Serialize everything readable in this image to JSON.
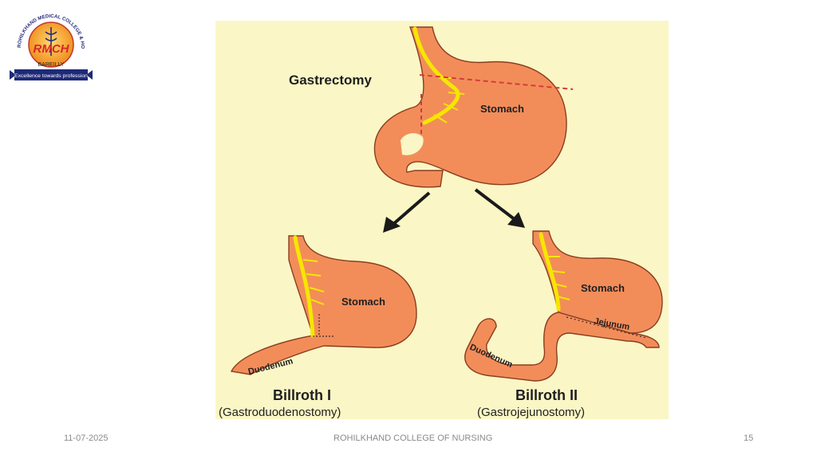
{
  "logo": {
    "arc_text": "ROHILKHAND MEDICAL COLLEGE & HOSPITAL",
    "monogram": "RMCH",
    "city": "BAREILLY",
    "tagline": "Excellence towards profession"
  },
  "diagram": {
    "title": "Gastrectomy",
    "stomach_top": "Stomach",
    "left_caption": "Billroth I",
    "left_sub": "(Gastroduodenostomy)",
    "left_stomach": "Stomach",
    "left_duodenum": "Duodenum",
    "right_caption": "Billroth II",
    "right_sub": "(Gastrojejunostomy)",
    "right_stomach": "Stomach",
    "right_jejunum": "Jejunum",
    "right_duodenum": "Duodenum"
  },
  "colors": {
    "background": "#fbf6c5",
    "organ": "#f28d5a",
    "organ_edge": "#8a3d1f",
    "nerve": "#f6e600",
    "cut_line": "#d73a3a"
  },
  "footer": {
    "date": "11-07-2025",
    "institution": "ROHILKHAND COLLEGE OF NURSING",
    "page": "15"
  }
}
